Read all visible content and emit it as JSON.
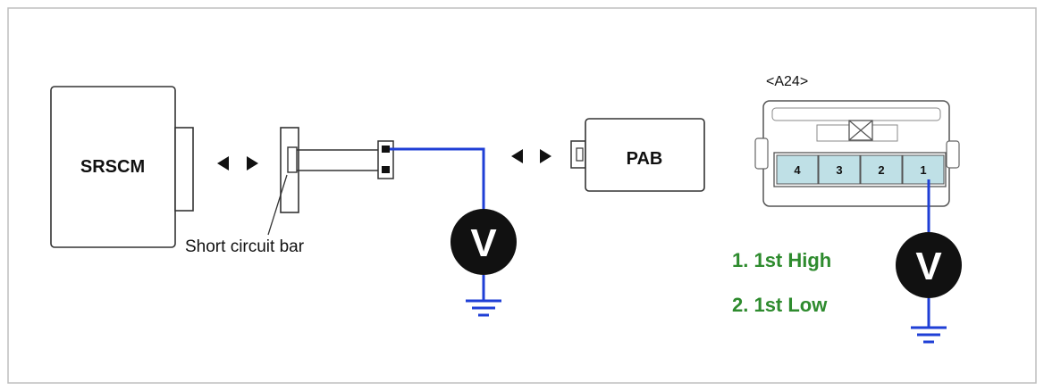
{
  "components": {
    "srscm": "SRSCM",
    "pab": "PAB",
    "short_bar_label": "Short circuit bar",
    "connector_id": "<A24>",
    "pins": [
      "4",
      "3",
      "2",
      "1"
    ]
  },
  "meters": {
    "left_symbol": "V",
    "right_symbol": "V"
  },
  "steps": [
    "1. 1st High",
    "2. 1st Low"
  ],
  "colors": {
    "wire": "#1f3fd6",
    "steps_text": "#2e8b2e",
    "pin_fill": "#bfe0e6"
  }
}
